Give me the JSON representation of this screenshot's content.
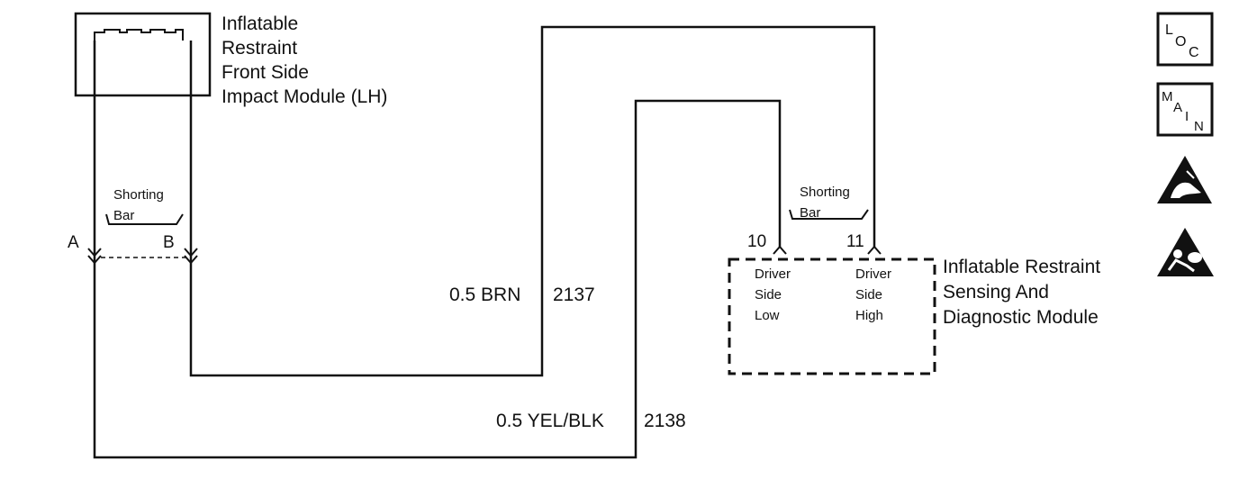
{
  "side_impact_module": {
    "name_lines": [
      "Inflatable",
      "Restraint",
      "Front Side",
      "Impact Module (LH)"
    ]
  },
  "shorting_bar_left": {
    "lines": [
      "Shorting",
      "Bar"
    ]
  },
  "shorting_bar_right": {
    "lines": [
      "Shorting",
      "Bar"
    ]
  },
  "pins_left": {
    "a": "A",
    "b": "B"
  },
  "wires": [
    {
      "gauge_color": "0.5 BRN",
      "circuit": "2137"
    },
    {
      "gauge_color": "0.5 YEL/BLK",
      "circuit": "2138"
    }
  ],
  "sdm": {
    "name_lines": [
      "Inflatable Restraint",
      "Sensing And",
      "Diagnostic Module"
    ],
    "pin_low": "10",
    "pin_high": "11",
    "low_label_lines": [
      "Driver",
      "Side",
      "Low"
    ],
    "high_label_lines": [
      "Driver",
      "Side",
      "High"
    ]
  },
  "icons": {
    "loc": {
      "letters": [
        "L",
        "O",
        "C"
      ]
    },
    "main": {
      "letters": [
        "M",
        "A",
        "I",
        "N"
      ]
    },
    "esd": {
      "name": "esd-warning-icon"
    },
    "airbag": {
      "name": "airbag-warning-icon"
    }
  },
  "colors": {
    "ink": "#111111",
    "background": "#ffffff"
  }
}
